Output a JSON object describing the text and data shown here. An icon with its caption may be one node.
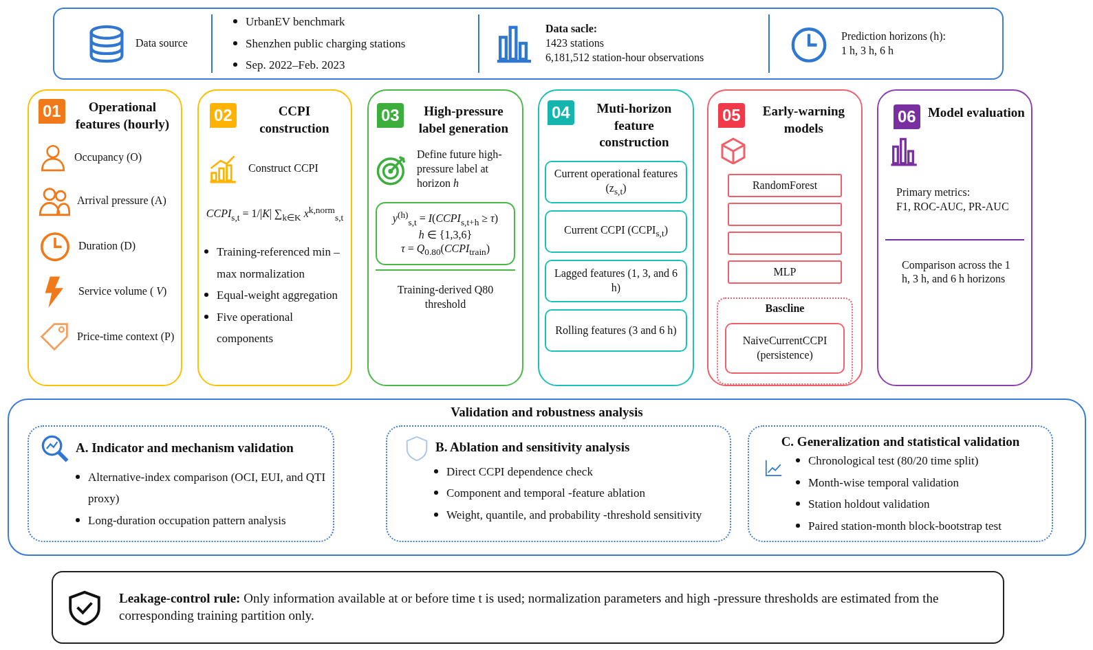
{
  "diagram": {
    "nodes": [
      {
        "text": [
          "Data source",
          "UrbanEV benchmark",
          "Shenzhen public charging stations",
          "Sep. 2022–Feb. 2023",
          "Data sacle:",
          "1423 stations",
          "6,181,512 station-hour observations",
          "Prediction horizons (h):",
          "1 h, 3 h, 6 h"
        ]
      },
      {
        "text": [
          "01",
          "Operational features (hourly)",
          "Occupancy (O)",
          "Arrival pressure (A)",
          "Duration (D)",
          "Service volume ( *V*)",
          "Price-time context (P)"
        ]
      },
      {
        "text": [
          "02",
          "CCPI construction",
          "Construct CCPI",
          "*CCPI*$_{s,t}$ = 1/|*K*| ∑$_{k∈K}$ *x*$^{k,norm}$$_{s,t}$",
          "Training-referenced min – max normalization",
          "Equal-weight aggregation",
          "Five operational components"
        ]
      },
      {
        "text": [
          "03",
          "High-pressure label generation",
          "Define future high-pressure label at horizon *h*",
          "Training-derived Q80 threshold"
        ]
      },
      {
        "text": [
          "*y*$^{(h)}$$_{s,t}$ = *I*(*CCPI*$_{s,t+h}$ ≥ *τ*)",
          "*h* ∈ {1,3,6}",
          "*τ* = *Q*$_{0.80}$(*CCPI*$_{train}$)"
        ],
        "in": 3
      },
      {
        "text": [
          "04",
          "Muti-horizon feature construction"
        ]
      },
      {
        "text": [
          "Current operational features (z$_{s,t}$)"
        ],
        "in": 5
      },
      {
        "text": [
          "Current CCPI (CCPI$_{s,t}$)"
        ],
        "in": 5
      },
      {
        "text": [
          "Lagged features (1, 3, and 6 h)"
        ],
        "in": 5
      },
      {
        "text": [
          "Rolling features (3 and 6 h)"
        ],
        "in": 5
      },
      {
        "text": [
          "05",
          "Early-warning models"
        ]
      },
      {
        "text": [
          "RandomForest"
        ],
        "in": 10
      },
      {
        "text": [],
        "shape": "box",
        "in": 10
      },
      {
        "text": [],
        "shape": "box",
        "in": 10
      },
      {
        "text": [
          "MLP"
        ],
        "in": 10
      },
      {
        "text": [
          "Bascline"
        ],
        "in": 10
      },
      {
        "text": [
          "NaiveCurrentCCPI (persistence)"
        ],
        "in": 15
      },
      {
        "text": [
          "06",
          "Model evaluation",
          "Primary metrics:",
          "F1, ROC-AUC, PR-AUC",
          "Comparison across the 1 h, 3 h, and 6 h horizons"
        ]
      },
      {
        "text": [
          "Validation and robustness analysis"
        ]
      },
      {
        "text": [
          "A. Indicator and mechanism validation",
          "Alternative-index comparison (OCI, EUI, and QTI proxy)",
          "Long-duration occupation pattern analysis"
        ],
        "in": 18
      },
      {
        "text": [
          "B. Ablation and sensitivity analysis",
          "Direct CCPI dependence check",
          "Component and temporal -feature ablation",
          "Weight, quantile, and probability -threshold sensitivity"
        ],
        "in": 18
      },
      {
        "text": [
          "C. Generalization and statistical validation",
          "Chronological test (80/20 time split)",
          "Month-wise temporal validation",
          "Station holdout validation",
          "Paired station-month block-bootstrap test"
        ],
        "in": 18
      },
      {
        "text": [
          "**Leakage-control rule:** Only information available at or before time t is used; normalization parameters and high -pressure thresholds are estimated from the corresponding training partition only."
        ]
      }
    ]
  }
}
